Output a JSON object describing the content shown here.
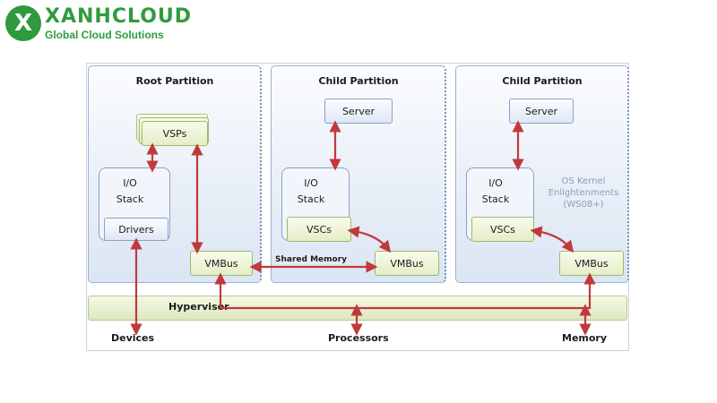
{
  "logo": {
    "letter": "X",
    "name": "XANHCLOUD",
    "tagline": "Global Cloud Solutions"
  },
  "diagram": {
    "partitions": [
      {
        "title": "Root Partition",
        "vsps": "VSPs",
        "io_stack_line1": "I/O",
        "io_stack_line2": "Stack",
        "drivers": "Drivers",
        "vmbus": "VMBus"
      },
      {
        "title": "Child Partition",
        "server": "Server",
        "io_stack_line1": "I/O",
        "io_stack_line2": "Stack",
        "vscs": "VSCs",
        "vmbus": "VMBus"
      },
      {
        "title": "Child Partition",
        "server": "Server",
        "io_stack_line1": "I/O",
        "io_stack_line2": "Stack",
        "vscs": "VSCs",
        "vmbus": "VMBus",
        "os_kernel_line1": "OS Kernel",
        "os_kernel_line2": "Enlightenments",
        "os_kernel_line3": "(WS08+)"
      }
    ],
    "shared_memory": "Shared Memory",
    "hypervisor": "Hypervisor",
    "hardware": {
      "devices": "Devices",
      "processors": "Processors",
      "memory": "Memory"
    },
    "colors": {
      "arrow": "#c0393b",
      "logo_green": "#2e9c3d",
      "partition_border": "#9db2cf"
    }
  }
}
